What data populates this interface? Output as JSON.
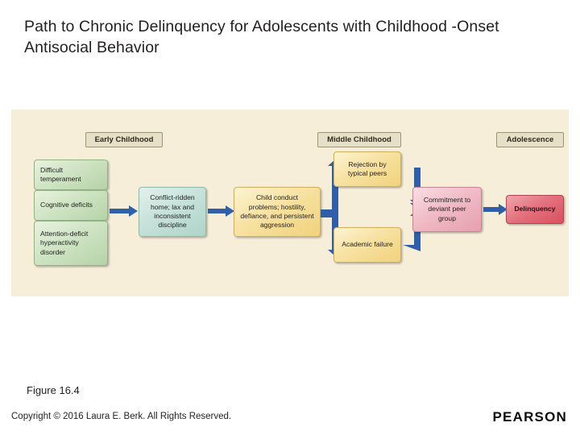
{
  "slide": {
    "title": "Path to Chronic Delinquency for Adolescents with Childhood -Onset Antisocial Behavior",
    "figure_caption": "Figure 16.4",
    "copyright": "Copyright © 2016 Laura E. Berk. All Rights Reserved.",
    "logo": "PEARSON"
  },
  "figure": {
    "stage_labels": [
      {
        "id": "early-childhood",
        "text": "Early Childhood"
      },
      {
        "id": "middle-childhood",
        "text": "Middle Childhood"
      },
      {
        "id": "adolescence",
        "text": "Adolescence"
      }
    ],
    "nodes": [
      {
        "id": "difficult-temperament",
        "text": "Difficult temperament",
        "color": "green"
      },
      {
        "id": "cognitive-deficits",
        "text": "Cognitive deficits",
        "color": "green"
      },
      {
        "id": "adhd",
        "text": "Attention-deficit hyperactivity disorder",
        "color": "green"
      },
      {
        "id": "conflict-ridden-home",
        "text": "Conflict-ridden home; lax and inconsistent discipline",
        "color": "teal"
      },
      {
        "id": "child-conduct-problems",
        "text": "Child conduct problems; hostility, defiance, and persistent aggression",
        "color": "yellow"
      },
      {
        "id": "rejection-by-peers",
        "text": "Rejection by typical peers",
        "color": "yellow"
      },
      {
        "id": "academic-failure",
        "text": "Academic failure",
        "color": "yellow"
      },
      {
        "id": "commitment-deviant-peers",
        "text": "Commitment to deviant peer group",
        "color": "pink"
      },
      {
        "id": "delinquency",
        "text": "Delinquency",
        "color": "red"
      }
    ],
    "colors": {
      "panel_background": "#f7eed9",
      "stage_label_background": "#e6e0c8",
      "arrow": "#2f5fa8",
      "green": "#b6d3a8",
      "teal": "#aed4c9",
      "yellow": "#f2d27d",
      "pink": "#e79fae",
      "red": "#da4f60"
    }
  }
}
